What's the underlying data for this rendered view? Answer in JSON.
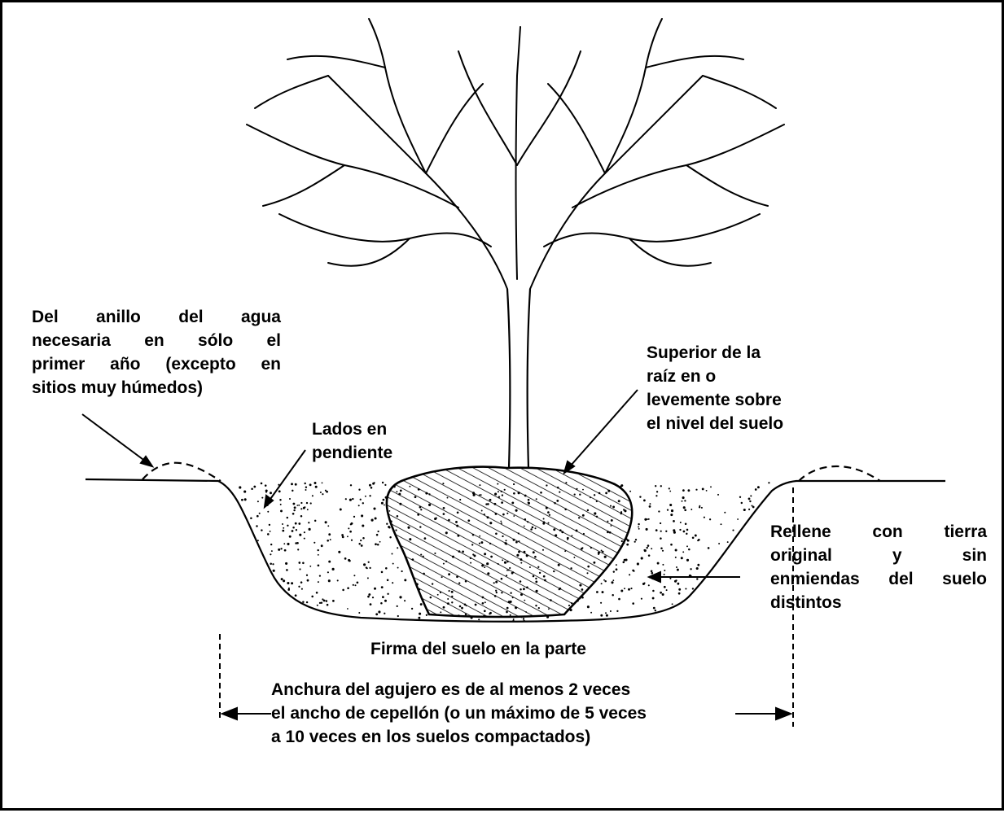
{
  "labels": {
    "water_ring": {
      "lines": [
        "Del anillo del agua",
        "necesaria en sólo el",
        "primer año (excepto en",
        "sitios muy húmedos)"
      ]
    },
    "sloped_sides": {
      "lines": [
        "Lados en",
        "pendiente"
      ]
    },
    "root_top": {
      "lines": [
        "Superior de la",
        "raíz en o",
        "levemente sobre",
        "el nivel del suelo"
      ]
    },
    "backfill": {
      "lines": [
        "Rellene con tierra",
        "original y sin",
        "enmiendas del suelo",
        "distintos"
      ]
    },
    "firm_base": "Firma del suelo en la parte",
    "hole_width": {
      "lines": [
        "Anchura del agujero es de al menos 2 veces",
        "el ancho de cepellón (o un máximo de 5 veces",
        "a 10 veces en los suelos compactados)"
      ]
    }
  },
  "colors": {
    "ink": "#000000",
    "paper": "#ffffff"
  }
}
